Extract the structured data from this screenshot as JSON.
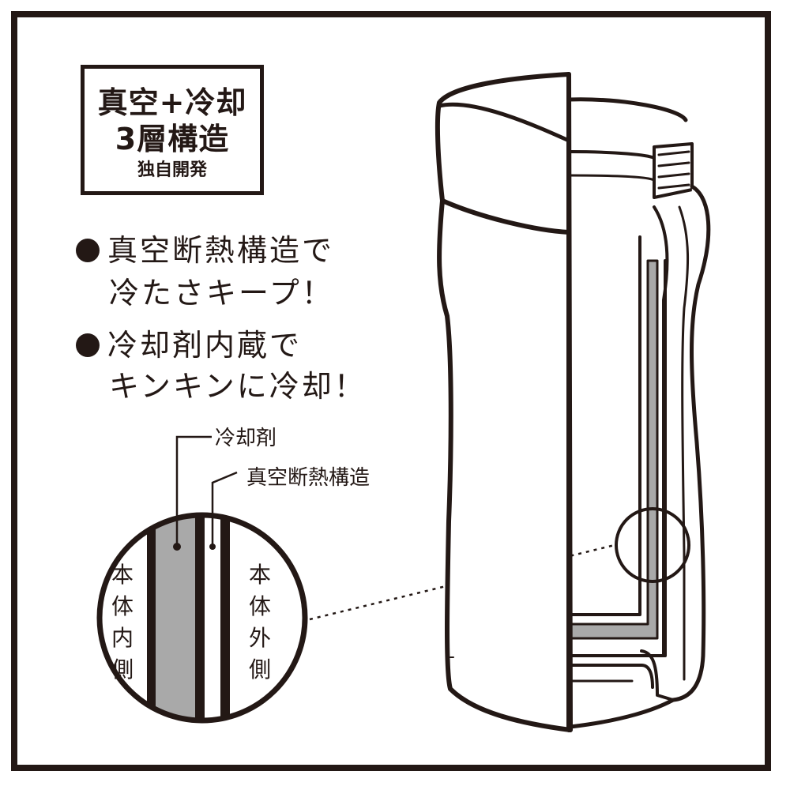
{
  "badge": {
    "line1": "真空+冷却",
    "line2": "3層構造",
    "line3": "独自開発"
  },
  "features": [
    {
      "line1": "真空断熱構造で",
      "line2": "冷たさキープ！"
    },
    {
      "line1": "冷却剤内蔵で",
      "line2": "キンキンに冷却！"
    }
  ],
  "callouts": {
    "coolant": "冷却剤",
    "vacuum": "真空断熱構造"
  },
  "sides": {
    "inner": [
      "本",
      "体",
      "内",
      "側"
    ],
    "outer": [
      "本",
      "体",
      "外",
      "側"
    ]
  },
  "colors": {
    "ink": "#231815",
    "coolant_gray": "#a9a9a9",
    "background": "#ffffff"
  }
}
